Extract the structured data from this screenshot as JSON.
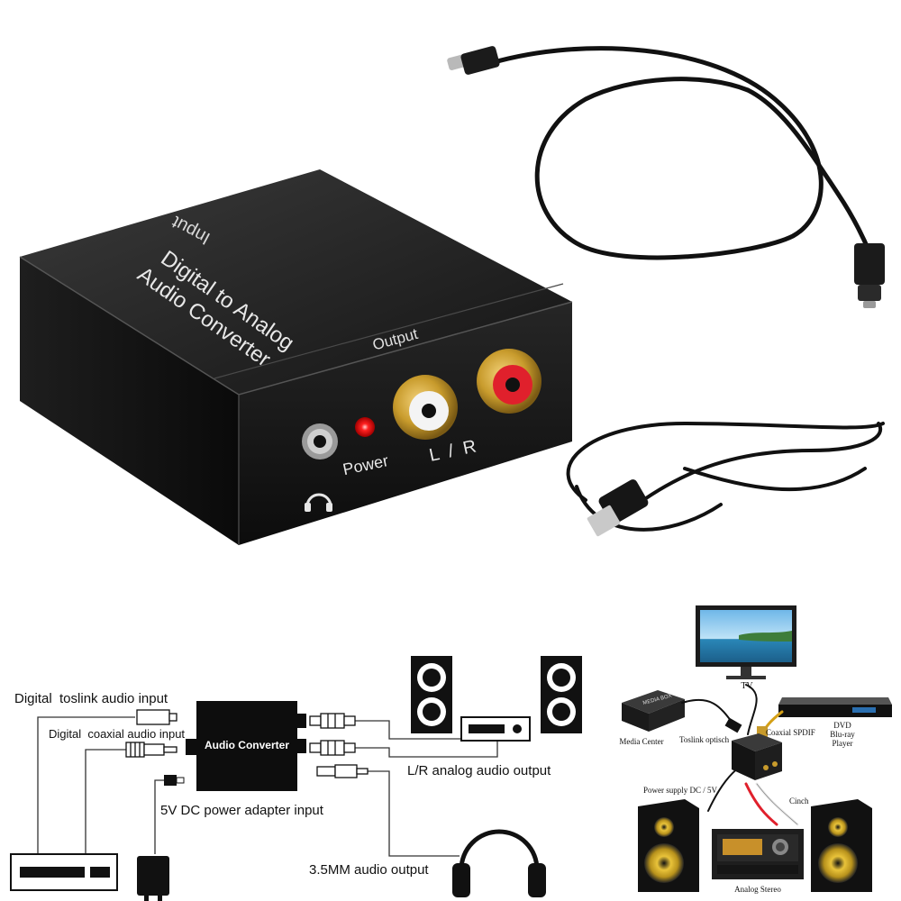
{
  "device": {
    "input_label": "Input",
    "title_line1": "Digital to Analog",
    "title_line2": "Audio Converter",
    "output_label": "Output",
    "power_label": "Power",
    "lr_label": "L  /  R",
    "headphone_icon": "headphone-icon",
    "colors": {
      "body": "#1a1a1a",
      "led": "#ff1a1a",
      "gold": "#c89b2c",
      "red_jack": "#e0202c"
    }
  },
  "wiring_diagram": {
    "box_label": "Audio Converter",
    "toslink_label": "Digital  toslink audio input",
    "coaxial_label": "Digital  coaxial audio input",
    "power_label": "5V DC power adapter input",
    "lr_output_label": "L/R analog audio output",
    "headphone_label": "3.5MM audio output"
  },
  "setup_diagram": {
    "tv_label": "TV",
    "media_center_label": "Media Center",
    "media_box_text": "MEDIA BOX",
    "toslink_label": "Toslink optisch",
    "coaxial_label": "Coaxial SPDIF",
    "dvd_line1": "DVD",
    "dvd_line2": "Blu-ray",
    "dvd_line3": "Player",
    "power_label": "Power supply DC / 5V",
    "cinch_label": "Cinch",
    "analog_label": "Analog Stereo"
  }
}
